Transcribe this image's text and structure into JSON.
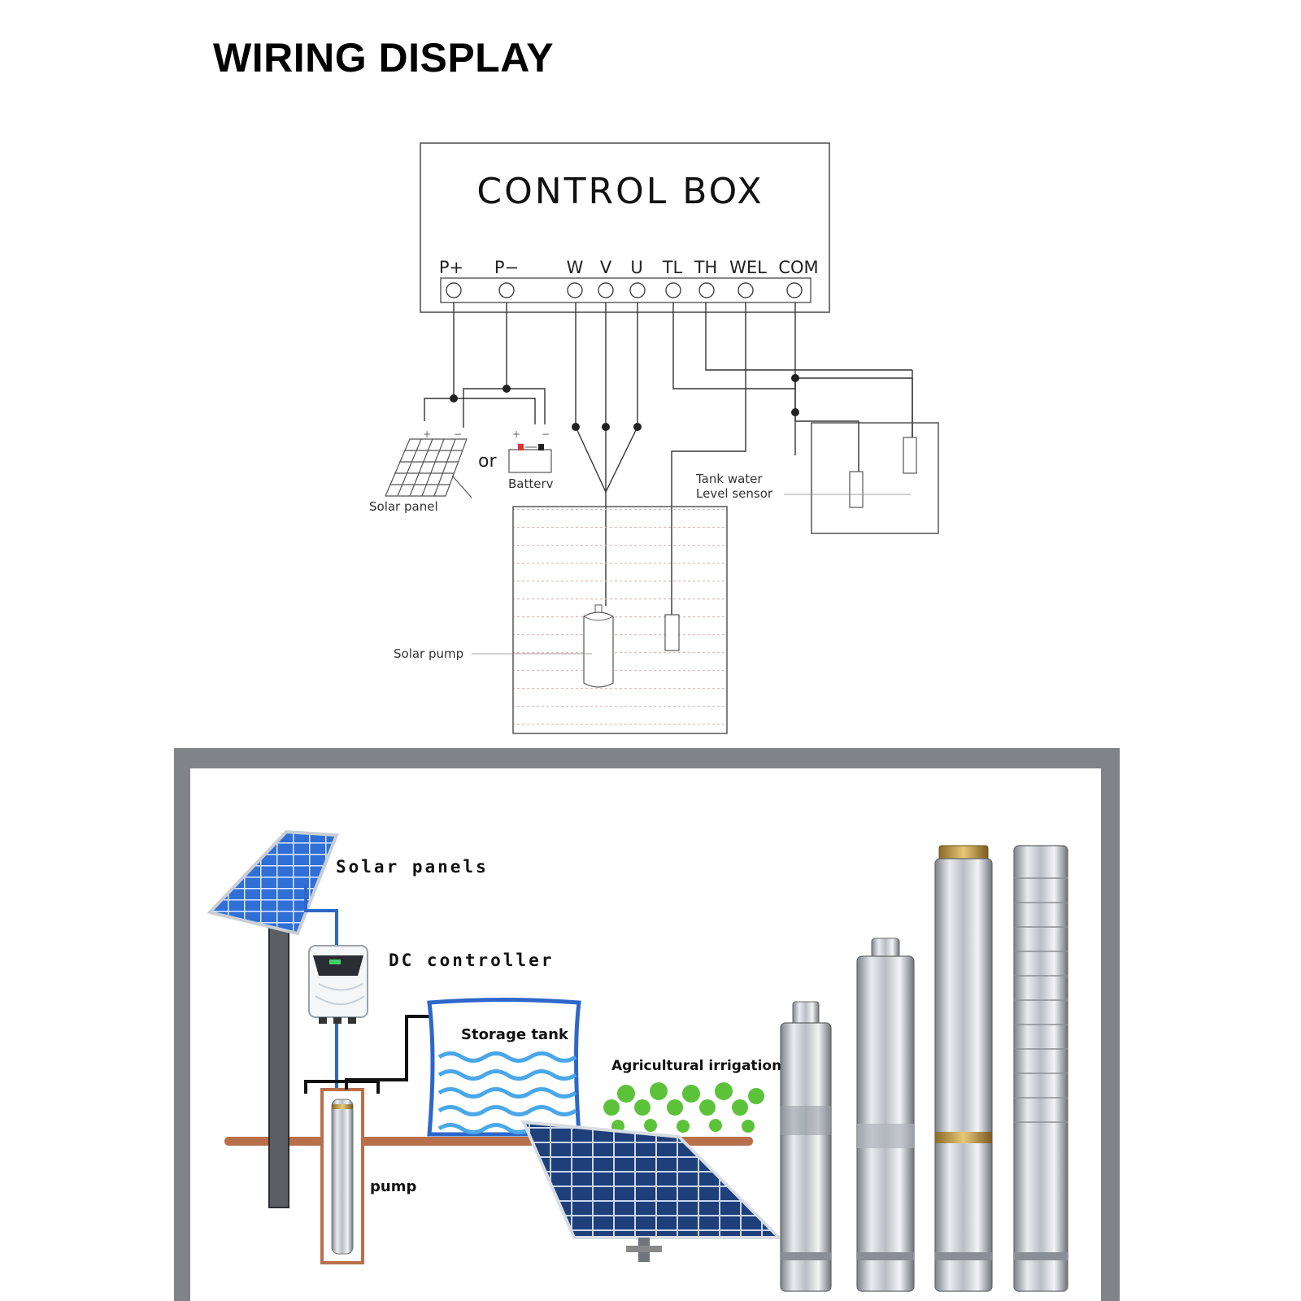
{
  "heading": "WIRING DISPLAY",
  "wiring": {
    "control_box_title": "CONTROL BOX",
    "terminals": [
      {
        "label": "P+"
      },
      {
        "label": "P−"
      },
      {
        "label": "W"
      },
      {
        "label": "V"
      },
      {
        "label": "U"
      },
      {
        "label": "TL"
      },
      {
        "label": "TH"
      },
      {
        "label": "WEL"
      },
      {
        "label": "COM"
      }
    ],
    "solar_panel_label": "Solar panel",
    "or_label": "or",
    "battery_label": "Batterv",
    "tank_sensor_label_line1": "Tank water",
    "tank_sensor_label_line2": "Level sensor",
    "solar_pump_label": "Solar pump"
  },
  "system": {
    "solar_panels_label": "Solar panels",
    "dc_controller_label": "DC controller",
    "storage_tank_label": "Storage tank",
    "agri_label": "Agricultural irrigation",
    "pump_label": "pump"
  },
  "colors": {
    "frame_gray": "#808387",
    "panel_blue": "#2f6fd6",
    "pipe_brown": "#b8704a",
    "wire_blue": "#2d67c9",
    "water_blue": "#4aa8ea",
    "plant_green": "#5cc23a",
    "steel": "#c8ccd1"
  }
}
